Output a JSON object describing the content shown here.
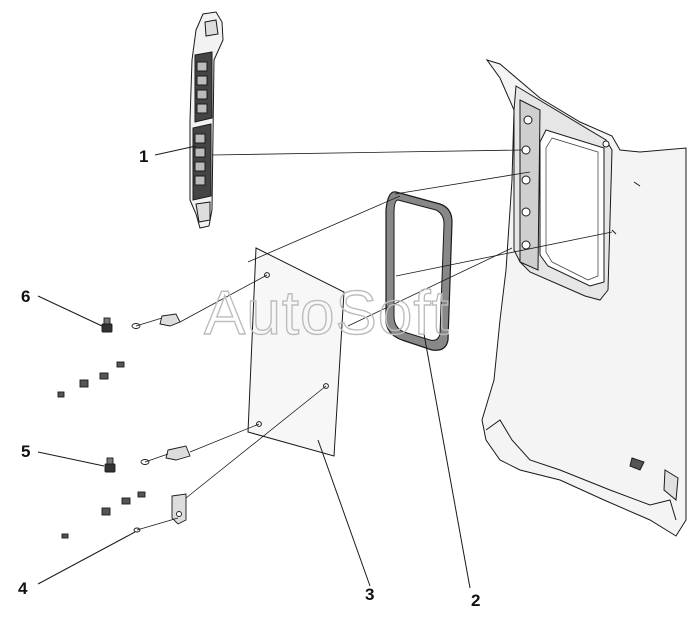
{
  "figure": {
    "watermark": "AutoSoft",
    "callouts": [
      {
        "id": "1",
        "label": "1"
      },
      {
        "id": "2",
        "label": "2"
      },
      {
        "id": "3",
        "label": "3"
      },
      {
        "id": "4",
        "label": "4"
      },
      {
        "id": "5",
        "label": "5"
      },
      {
        "id": "6",
        "label": "6"
      }
    ]
  },
  "colors": {
    "line": "#1a1a1a",
    "fill_light": "#f4f4f4",
    "fill_mid": "#d9d9d9",
    "fill_dark": "#555555",
    "watermark": "#bdbdbd"
  }
}
